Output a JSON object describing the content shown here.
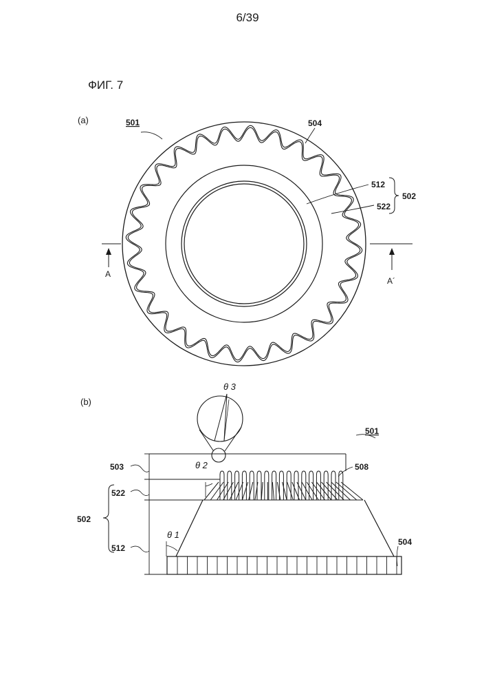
{
  "header": {
    "page_number": "6/39"
  },
  "figure": {
    "title": "ФИГ. 7"
  },
  "view_a": {
    "panel_label": "(a)",
    "ref_501": "501",
    "ref_504": "504",
    "ref_512": "512",
    "ref_522": "522",
    "ref_502": "502",
    "section_left": "A",
    "section_right": "A´"
  },
  "view_b": {
    "panel_label": "(b)",
    "ref_501": "501",
    "ref_503": "503",
    "ref_508": "508",
    "ref_522": "522",
    "ref_502": "502",
    "ref_512": "512",
    "ref_504": "504",
    "theta1": "θ 1",
    "theta2": "θ 2",
    "theta3": "θ 3"
  }
}
